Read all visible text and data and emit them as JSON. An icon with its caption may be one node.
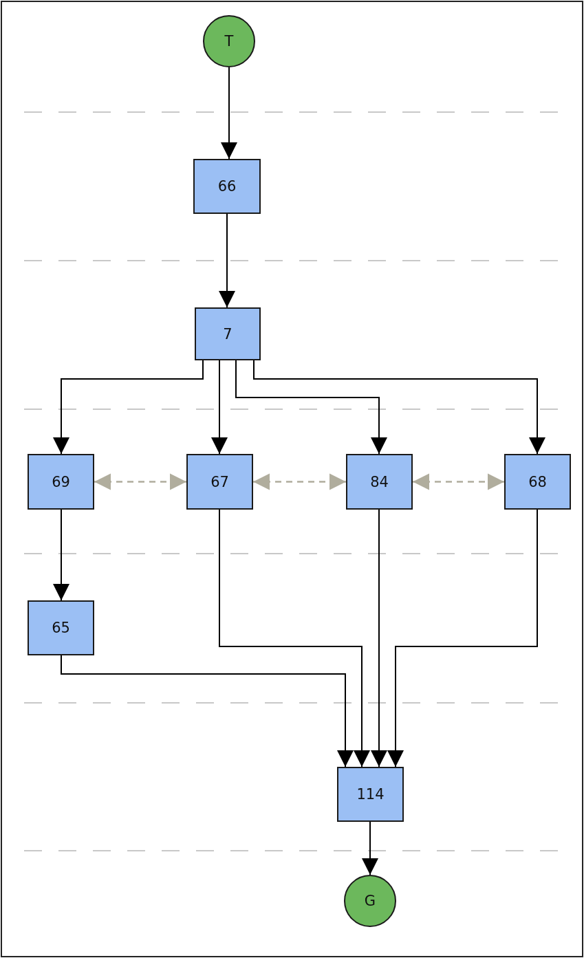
{
  "diagram": {
    "nodes": [
      {
        "text": [
          "T"
        ]
      },
      {
        "text": [
          "66"
        ]
      },
      {
        "text": [
          "7"
        ]
      },
      {
        "text": [
          "69"
        ]
      },
      {
        "text": [
          "67"
        ]
      },
      {
        "text": [
          "84"
        ]
      },
      {
        "text": [
          "68"
        ]
      },
      {
        "text": [
          "65"
        ]
      },
      {
        "text": [
          "114"
        ]
      },
      {
        "text": [
          "G"
        ]
      }
    ],
    "edges": [
      {
        "from": 0,
        "to": 1,
        "arrow": "to"
      },
      {
        "from": 1,
        "to": 2,
        "arrow": "to"
      },
      {
        "from": 2,
        "to": 3,
        "arrow": "to"
      },
      {
        "from": 2,
        "to": 4,
        "arrow": "to"
      },
      {
        "from": 2,
        "to": 5,
        "arrow": "to"
      },
      {
        "from": 2,
        "to": 6,
        "arrow": "to"
      },
      {
        "from": 3,
        "to": 4,
        "arrow": "both",
        "style": "dashed",
        "color": "#b0ad9d"
      },
      {
        "from": 4,
        "to": 5,
        "arrow": "both",
        "style": "dashed",
        "color": "#b0ad9d"
      },
      {
        "from": 5,
        "to": 6,
        "arrow": "both",
        "style": "dashed",
        "color": "#b0ad9d"
      },
      {
        "from": 3,
        "to": 7,
        "arrow": "to"
      },
      {
        "from": 7,
        "to": 8,
        "arrow": "to"
      },
      {
        "from": 4,
        "to": 8,
        "arrow": "to"
      },
      {
        "from": 5,
        "to": 8,
        "arrow": "to"
      },
      {
        "from": 6,
        "to": 8,
        "arrow": "to"
      },
      {
        "from": 8,
        "to": 9,
        "arrow": "to"
      }
    ]
  }
}
